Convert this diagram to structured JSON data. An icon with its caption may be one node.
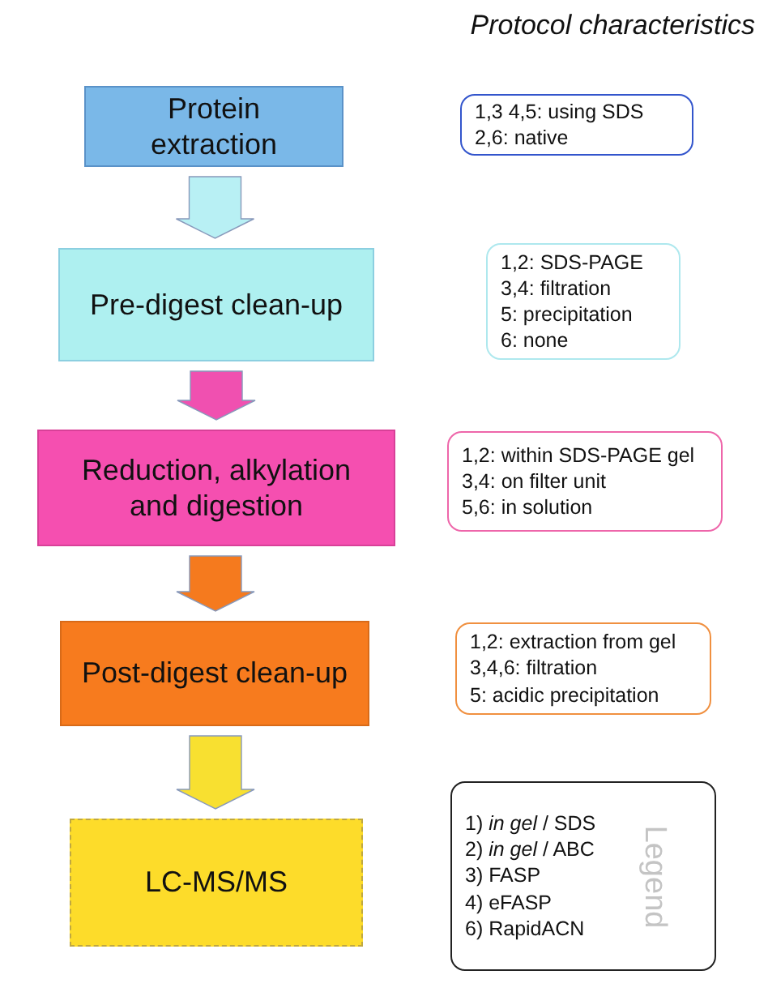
{
  "diagram": {
    "title": "Protocol characteristics",
    "nodes": [
      {
        "text": [
          "Protein extraction"
        ]
      },
      {
        "text": [
          "Pre-digest clean-up"
        ]
      },
      {
        "text": [
          "Reduction, alkylation and digestion"
        ]
      },
      {
        "text": [
          "Post-digest clean-up"
        ]
      },
      {
        "text": [
          "LC-MS/MS"
        ]
      },
      {
        "text": [
          "1,3 4,5: using SDS",
          "2,6: native"
        ]
      },
      {
        "text": [
          "1,2: SDS-PAGE",
          "3,4: filtration",
          "5: precipitation",
          "6: none"
        ]
      },
      {
        "text": [
          "1,2: within SDS-PAGE gel",
          "3,4: on filter unit",
          "5,6: in solution"
        ]
      },
      {
        "text": [
          "1,2: extraction from gel",
          "3,4,6: filtration",
          "5: acidic precipitation"
        ]
      },
      {
        "text": [
          "1) *in gel* / SDS",
          "2) *in gel* / ABC",
          "3) FASP",
          "4) eFASP",
          "6) RapidACN",
          "Legend"
        ]
      }
    ],
    "edges": [
      {
        "from": 0,
        "to": 1,
        "arrow": "to",
        "color": "#b8f0f4"
      },
      {
        "from": 1,
        "to": 2,
        "arrow": "to",
        "color": "#f050b0"
      },
      {
        "from": 2,
        "to": 3,
        "arrow": "to",
        "color": "#f57a1e"
      },
      {
        "from": 3,
        "to": 4,
        "arrow": "to",
        "color": "#f8e030"
      }
    ]
  }
}
